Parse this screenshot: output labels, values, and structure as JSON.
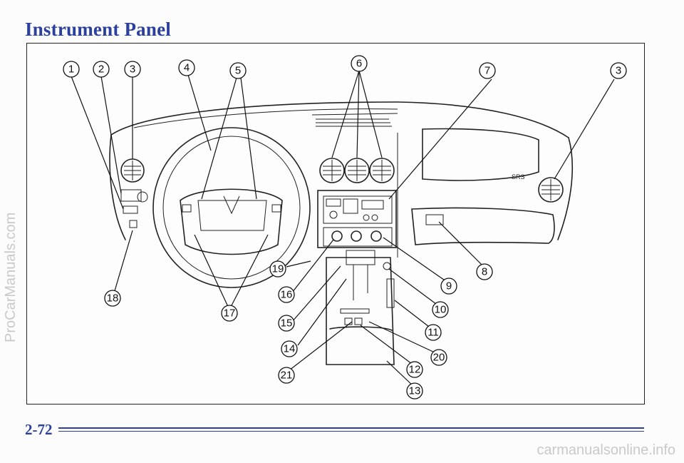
{
  "title": "Instrument Panel",
  "page_number": "2-72",
  "watermark_side": "ProCarManuals.com",
  "watermark_bottom": "carmanualsonline.info",
  "figure": {
    "srs_label": "SRS",
    "callouts": [
      "1",
      "2",
      "3",
      "4",
      "5",
      "6",
      "7",
      "3",
      "8",
      "9",
      "10",
      "11",
      "20",
      "12",
      "13",
      "21",
      "14",
      "15",
      "16",
      "19",
      "17",
      "18"
    ]
  }
}
